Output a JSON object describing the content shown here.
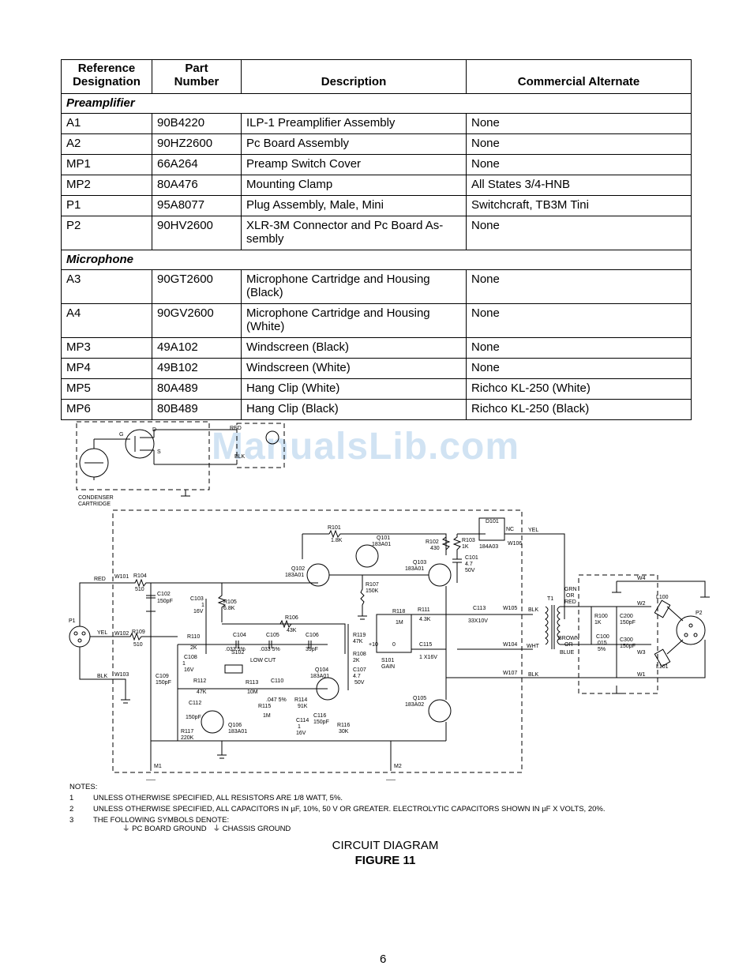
{
  "table": {
    "headers": {
      "ref_line1": "Reference",
      "ref_line2": "Designation",
      "part_line1": "Part",
      "part_line2": "Number",
      "description": "Description",
      "alternate": "Commercial Alternate"
    },
    "sections": [
      {
        "title": "Preamplifier",
        "rows": [
          {
            "ref": "A1",
            "part": "90B4220",
            "desc": "ILP-1 Preamplifier Assembly",
            "alt": "None"
          },
          {
            "ref": "A2",
            "part": "90HZ2600",
            "desc": "Pc Board Assembly",
            "alt": "None"
          },
          {
            "ref": "MP1",
            "part": "66A264",
            "desc": "Preamp Switch Cover",
            "alt": "None"
          },
          {
            "ref": "MP2",
            "part": "80A476",
            "desc": "Mounting Clamp",
            "alt": "All States 3/4-HNB"
          },
          {
            "ref": "P1",
            "part": "95A8077",
            "desc": "Plug Assembly, Male, Mini",
            "alt": "Switchcraft, TB3M Tini"
          },
          {
            "ref": "P2",
            "part": "90HV2600",
            "desc": "XLR-3M Connector and Pc Board As-sembly",
            "alt": "None"
          }
        ]
      },
      {
        "title": "Microphone",
        "rows": [
          {
            "ref": "A3",
            "part": "90GT2600",
            "desc": "Microphone Cartridge and Housing (Black)",
            "alt": "None"
          },
          {
            "ref": "A4",
            "part": "90GV2600",
            "desc": "Microphone Cartridge and Housing (White)",
            "alt": "None"
          },
          {
            "ref": "MP3",
            "part": "49A102",
            "desc": "Windscreen (Black)",
            "alt": "None"
          },
          {
            "ref": "MP4",
            "part": "49B102",
            "desc": "Windscreen (White)",
            "alt": "None"
          },
          {
            "ref": "MP5",
            "part": "80A489",
            "desc": "Hang Clip (White)",
            "alt": "Richco KL-250 (White)"
          },
          {
            "ref": "MP6",
            "part": "80B489",
            "desc": "Hang Clip (Black)",
            "alt": "Richco KL-250 (Black)"
          }
        ]
      }
    ]
  },
  "watermark": "ManualsLib.com",
  "schematic": {
    "cartridge_label_1": "CONDENSER",
    "cartridge_label_2": "CARTRIDGE",
    "jfet_g": "G",
    "jfet_d": "D",
    "jfet_s": "S",
    "red_top": "RED",
    "blk_top": "BLK",
    "labels": {
      "p1": "P1",
      "p2": "P2",
      "t1": "T1",
      "red": "RED",
      "yel": "YEL",
      "blk": "BLK",
      "yel_out": "YEL",
      "w101": "W101",
      "w102": "W102",
      "w103": "W103",
      "w104": "W104",
      "w105": "W105",
      "w106": "W106",
      "w107": "W107",
      "w1": "W1",
      "w2": "W2",
      "w3": "W3",
      "w4": "W4",
      "m1": "M1",
      "m2": "M2",
      "r101": "R101",
      "r101v": "1.8K",
      "r102": "R102",
      "r102v": "430",
      "r103": "R103",
      "r103v": "1K",
      "r104": "R104",
      "r104v": "510",
      "r105": "R105",
      "r105v": "6.8K",
      "r106": "R106",
      "r106v": "43K",
      "r107": "R107",
      "r107v": "150K",
      "r108": "R108",
      "r108v": "2K",
      "r109": "R109",
      "r109v": "510",
      "r110": "R110",
      "r110v": "2K",
      "r111": "R111",
      "r111v": "4.3K",
      "r112": "R112",
      "r112v": "47K",
      "r113": "R113",
      "r113v": "10M",
      "r114": "R114",
      "r114v": "91K",
      "r115": "R115",
      "r115v": "1M",
      "r116": "R116",
      "r116v": "30K",
      "r117": "R117",
      "r117v": "220K",
      "r118": "R118",
      "r118v": "1M",
      "r119": "R119",
      "r119v": "47K",
      "r100": "R100",
      "r100v": "1K",
      "c101": "C101",
      "c101v1": "4.7",
      "c101v2": "50V",
      "c102": "C102",
      "c102v": "150pF",
      "c103": "C103",
      "c103v1": "1",
      "c103v2": "16V",
      "c104": "C104",
      "c104v": ".033 5%",
      "c105": "C105",
      "c105v": ".033 5%",
      "c106": "C106",
      "c106v": "39pF",
      "c107": "C107",
      "c107v1": "4.7",
      "c107v2": "50V",
      "c108": "C108",
      "c108v1": "1",
      "c108v2": "16V",
      "c109": "C109",
      "c109v": "150pF",
      "c110": "C110",
      "c110v": ".047 5%",
      "c112": "C112",
      "c112v": "150pF",
      "c113": "C113",
      "c113v": "33X10V",
      "c114": "C114",
      "c114v1": "1",
      "c114v2": "16V",
      "c115": "C115",
      "c115v": "1 X16V",
      "c116": "C116",
      "c116v": "150pF",
      "c100": "C100",
      "c100v1": ".015",
      "c100v2": "5%",
      "c200": "C200",
      "c200v": "150pF",
      "c300": "C300",
      "c300v": "150pF",
      "q101": "Q101",
      "q101v": "183A01",
      "q102": "Q102",
      "q102v": "183A01",
      "q103": "Q103",
      "q103v": "183A01",
      "q104": "Q104",
      "q104v": "183A01",
      "q105": "Q105",
      "q105v": "183A02",
      "q106": "Q106",
      "q106v": "183A01",
      "d101": "D101",
      "d101v": "184A03",
      "nc": "NC",
      "s101": "S101",
      "gain": "GAIN",
      "plus10": "+10",
      "zero": "0",
      "s102": "S102",
      "lowcut": "LOW CUT",
      "l100": "L100",
      "l101": "L101",
      "grn": "GRN",
      "or1": "OR",
      "red2": "RED",
      "brown": "BROWN",
      "or2": "OR",
      "blue": "BLUE",
      "wht": "WHT"
    }
  },
  "notes": {
    "title": "NOTES:",
    "items": [
      {
        "num": "1",
        "text": "UNLESS OTHERWISE SPECIFIED, ALL RESISTORS ARE 1/8 WATT, 5%."
      },
      {
        "num": "2",
        "text": "UNLESS OTHERWISE SPECIFIED, ALL CAPACITORS IN µF, 10%, 50 V OR GREATER. ELECTROLYTIC CAPACITORS SHOWN IN µF X VOLTS, 20%."
      },
      {
        "num": "3",
        "text": "THE FOLLOWING SYMBOLS DENOTE:"
      }
    ],
    "pc_ground": "PC BOARD GROUND",
    "chassis_ground": "CHASSIS GROUND"
  },
  "caption": {
    "title": "CIRCUIT DIAGRAM",
    "figure": "FIGURE 11"
  },
  "page_number": "6"
}
